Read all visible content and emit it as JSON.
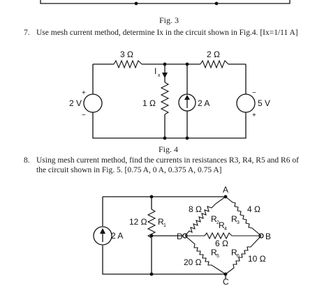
{
  "fig3": {
    "caption": "Fig. 3"
  },
  "q7": {
    "number": "7.",
    "text": "Use mesh current method, determine Ix in the circuit shown in Fig.4. [Ix=1/11 A]"
  },
  "fig4": {
    "caption": "Fig. 4",
    "r_left_top": "3 Ω",
    "r_right_top": "2 Ω",
    "r_mid": "1 Ω",
    "ix_label": "I",
    "ix_sub": "x",
    "v_left": "2 V",
    "i_src": "2 A",
    "v_right": "5 V",
    "plus": "+",
    "minus": "−"
  },
  "q8": {
    "number": "8.",
    "line1": "Using mesh current method, find the currents in resistances R3, R4, R5 and R6 of",
    "line2": "the circuit shown in Fig. 5. [0.75 A, 0 A, 0.375 A, 0.75 A]"
  },
  "fig5": {
    "r1_val": "12 Ω",
    "r1_name": "R",
    "r1_sub": "1",
    "i_src": "2 A",
    "r2_val": "8 Ω",
    "r2_name": "R",
    "r2_sub": "2",
    "r3_val": "4 Ω",
    "r3_name": "R",
    "r3_sub": "3",
    "r4_val": "6 Ω",
    "r4_name": "R",
    "r4_sub": "4",
    "r5_val": "20 Ω",
    "r5_name": "R",
    "r5_sub": "5",
    "r6_val": "10 Ω",
    "r6_name": "R",
    "r6_sub": "6",
    "node_a": "A",
    "node_b": "B",
    "node_c": "C",
    "node_d": "D"
  }
}
